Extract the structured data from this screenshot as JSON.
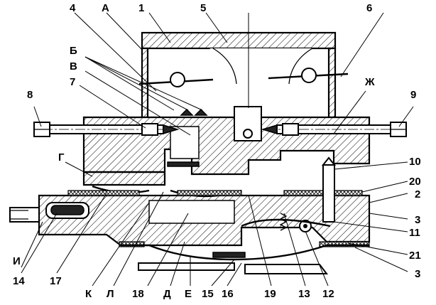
{
  "labels": {
    "n1": "1",
    "n2": "2",
    "n3a": "3",
    "n3b": "3",
    "n4": "4",
    "n5": "5",
    "n6": "6",
    "n7": "7",
    "n8": "8",
    "n9": "9",
    "n10": "10",
    "n11": "11",
    "n12": "12",
    "n13": "13",
    "n14": "14",
    "n15": "15",
    "n16": "16",
    "n17": "17",
    "n18": "18",
    "n19": "19",
    "n20": "20",
    "n21": "21",
    "A": "А",
    "B": "Б",
    "V": "В",
    "G": "Г",
    "D": "Д",
    "E": "Е",
    "ZH": "Ж",
    "I": "И",
    "K": "К",
    "L": "Л"
  }
}
